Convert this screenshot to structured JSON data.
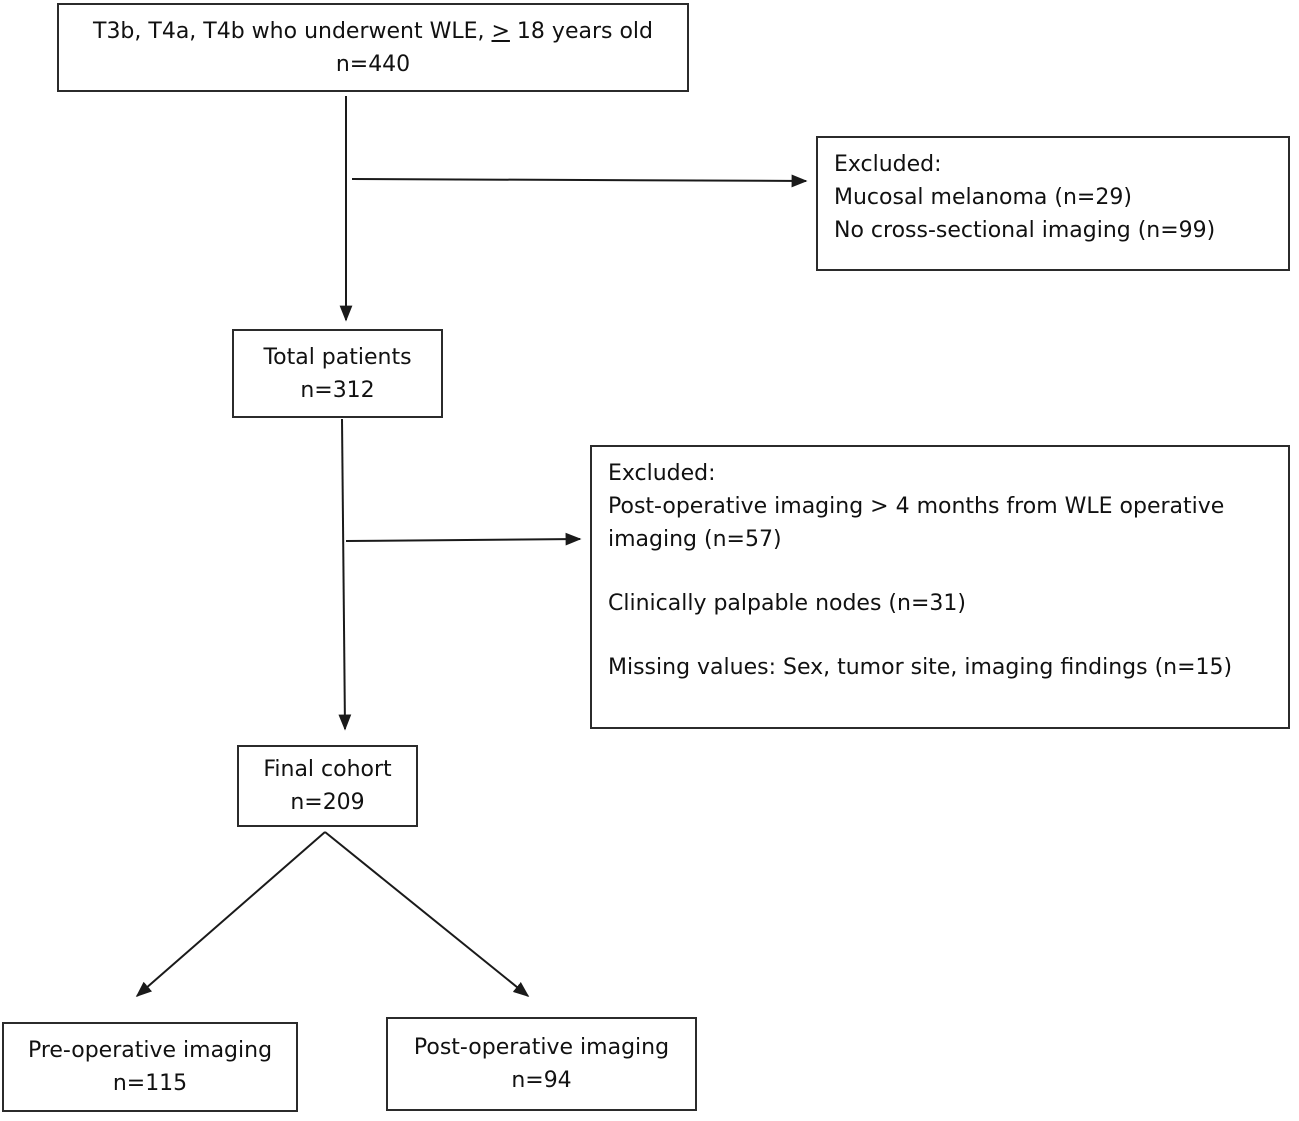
{
  "boxes": {
    "start": {
      "line1_prefix": "T3b, T4a, T4b who underwent WLE, ",
      "line1_ge_symbol": ">",
      "line1_suffix": " 18 years old",
      "count": "n=440"
    },
    "exclusion1": {
      "heading": "Excluded:",
      "items": [
        "Mucosal melanoma (n=29)",
        "No cross-sectional imaging (n=99)"
      ]
    },
    "total": {
      "title": "Total patients",
      "count": "n=312"
    },
    "exclusion2": {
      "heading": "Excluded:",
      "item1_line1": "Post-operative imaging > 4 months from WLE operative",
      "item1_line2": "imaging (n=57)",
      "item2": "Clinically palpable nodes (n=31)",
      "item3": "Missing values: Sex, tumor site, imaging findings (n=15)"
    },
    "final": {
      "title": "Final cohort",
      "count": "n=209"
    },
    "pre": {
      "title": "Pre-operative imaging",
      "count": "n=115"
    },
    "post": {
      "title": "Post-operative imaging",
      "count": "n=94"
    }
  },
  "style": {
    "line_color": "#1a1a1a",
    "border_color": "#2b2b2b",
    "background": "#ffffff"
  }
}
